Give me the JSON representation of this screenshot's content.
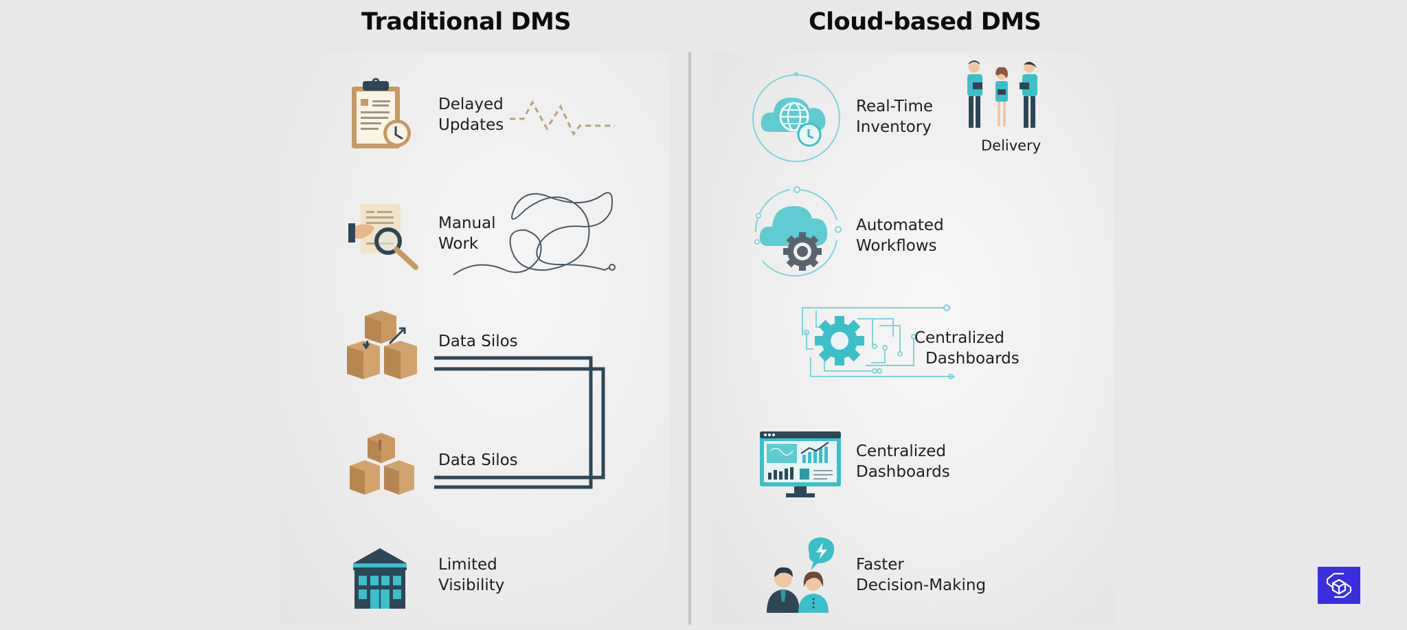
{
  "headings": {
    "left": "Traditional DMS",
    "right": "Cloud-based DMS"
  },
  "traditional": [
    {
      "label_line1": "Delayed",
      "label_line2": "Updates",
      "icon": "clipboard-clock-icon"
    },
    {
      "label_line1": "Manual",
      "label_line2": "Work",
      "icon": "document-magnifier-icon"
    },
    {
      "label_line1": "Data Silos",
      "label_line2": "",
      "icon": "boxes-icon"
    },
    {
      "label_line1": "Data Silos",
      "label_line2": "",
      "icon": "boxes-icon"
    },
    {
      "label_line1": "Limited",
      "label_line2": "Visibility",
      "icon": "building-icon"
    }
  ],
  "cloud": [
    {
      "label_line1": "Real-Time",
      "label_line2": "Inventory",
      "icon": "cloud-globe-clock-icon"
    },
    {
      "label_line1": "Delivery",
      "label_line2": "",
      "icon": "delivery-team-icon"
    },
    {
      "label_line1": "Automated",
      "label_line2": "Workflows",
      "icon": "cloud-gear-icon"
    },
    {
      "label_line1": "Centralized",
      "label_line2": "Dashboards",
      "icon": "circuit-gear-icon"
    },
    {
      "label_line1": "Centralized",
      "label_line2": "Dashboards",
      "icon": "dashboard-monitor-icon"
    },
    {
      "label_line1": "Faster",
      "label_line2": "Decision-Making",
      "icon": "people-lightning-icon"
    }
  ],
  "colors": {
    "teal": "#3bbfc9",
    "navy": "#2f4656",
    "tan": "#c69a63",
    "logo": "#3a2ee0"
  },
  "logo": {
    "icon": "brand-logo-icon"
  }
}
